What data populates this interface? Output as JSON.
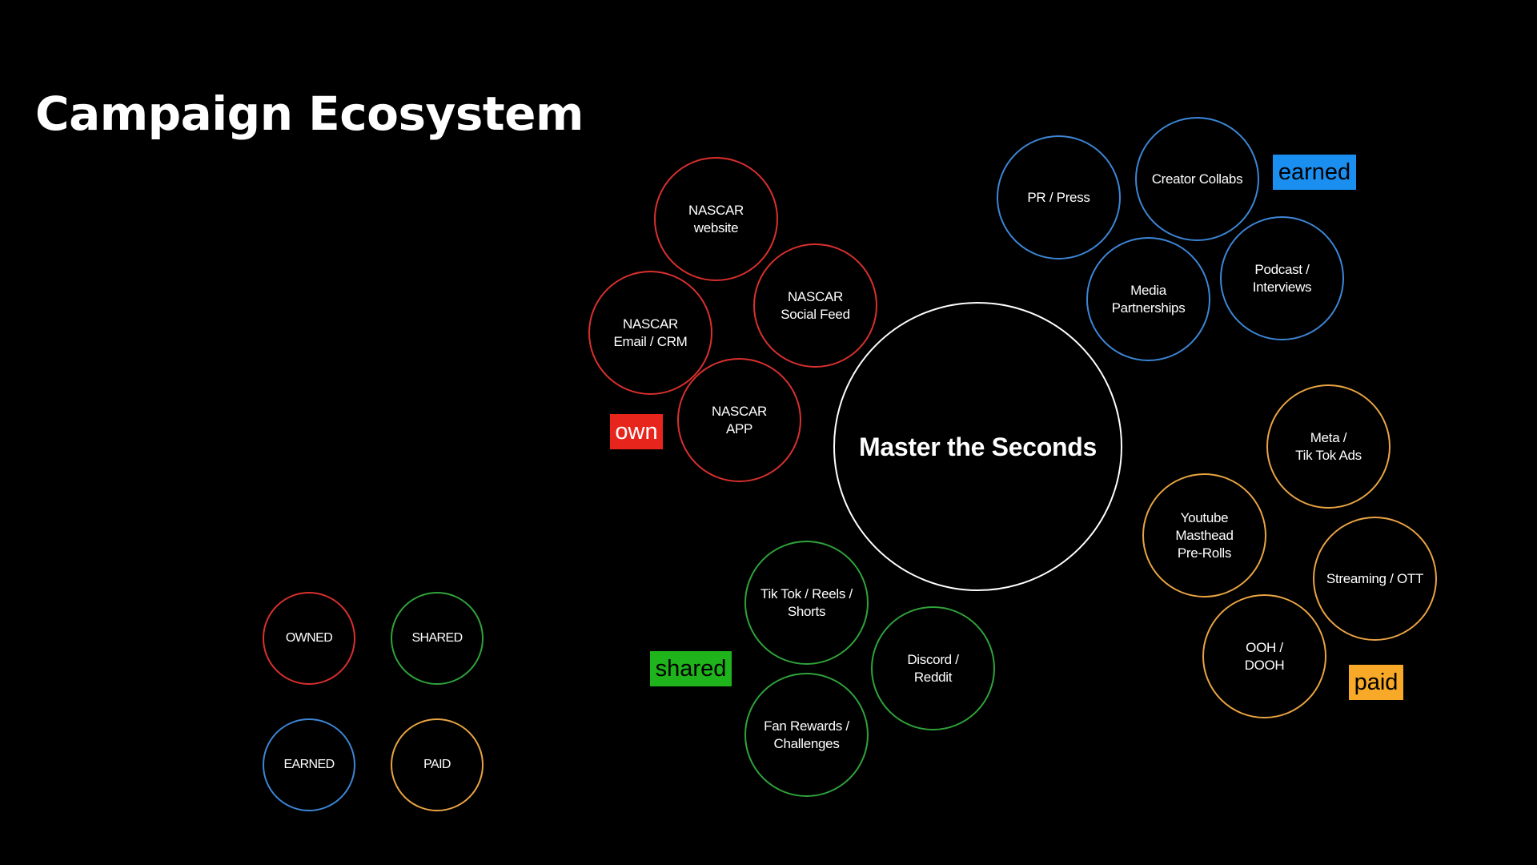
{
  "title": "Campaign Ecosystem",
  "colors": {
    "background": "#000000",
    "text": "#ffffff",
    "center": "#ffffff",
    "owned": "#d9302d",
    "earned": "#3d86d6",
    "paid": "#e9a443",
    "shared": "#2fa33a",
    "own_tag_bg": "#e8251c",
    "earned_tag_bg": "#1a8ff0",
    "shared_tag_bg": "#1fb31c",
    "paid_tag_bg": "#f7a927"
  },
  "center": {
    "label": "Master the Seconds"
  },
  "groups": {
    "owned": {
      "tag": "own",
      "items": [
        {
          "label": "NASCAR\nwebsite"
        },
        {
          "label": "NASCAR\nSocial Feed"
        },
        {
          "label": "NASCAR\nEmail / CRM"
        },
        {
          "label": "NASCAR\nAPP"
        }
      ]
    },
    "earned": {
      "tag": "earned",
      "items": [
        {
          "label": "PR / Press"
        },
        {
          "label": "Creator Collabs"
        },
        {
          "label": "Media\nPartnerships"
        },
        {
          "label": "Podcast /\nInterviews"
        }
      ]
    },
    "paid": {
      "tag": "paid",
      "items": [
        {
          "label": "Meta /\nTik Tok Ads"
        },
        {
          "label": "Youtube\nMasthead\nPre-Rolls"
        },
        {
          "label": "Streaming / OTT"
        },
        {
          "label": "OOH /\nDOOH"
        }
      ]
    },
    "shared": {
      "tag": "shared",
      "items": [
        {
          "label": "Tik Tok / Reels /\nShorts"
        },
        {
          "label": "Discord /\nReddit"
        },
        {
          "label": "Fan Rewards /\nChallenges"
        }
      ]
    }
  },
  "legend": [
    {
      "label": "OWNED"
    },
    {
      "label": "SHARED"
    },
    {
      "label": "EARNED"
    },
    {
      "label": "PAID"
    }
  ]
}
